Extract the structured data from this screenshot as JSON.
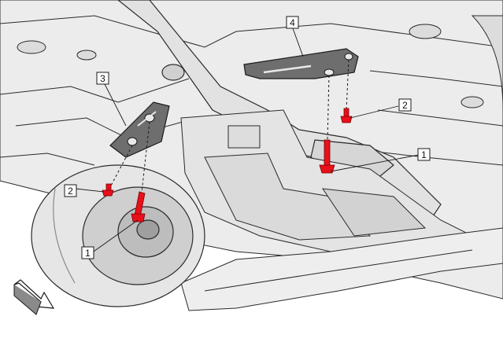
{
  "callouts": [
    {
      "label": "1",
      "part": "bolt"
    },
    {
      "label": "1",
      "part": "bolt"
    },
    {
      "label": "2",
      "part": "bolt"
    },
    {
      "label": "2",
      "part": "bolt"
    },
    {
      "label": "3",
      "part": "bracket"
    },
    {
      "label": "4",
      "part": "bracket"
    }
  ],
  "colors": {
    "highlight": "#e8101a",
    "line": "#1a1a1a",
    "body": "#e9e9e9",
    "bracket": "#6e6e6e"
  },
  "icons": {
    "front_arrow": "front-direction-arrow-icon"
  }
}
